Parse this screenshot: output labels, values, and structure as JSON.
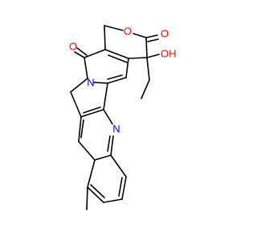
{
  "colors": {
    "background": "#ffffff",
    "bond": "#000000",
    "oxygen": "#ff0000",
    "nitrogen": "#0000ff"
  },
  "labels": {
    "ring_oxygen": "O",
    "lactone_carbonyl_oxygen": "O",
    "amide_carbonyl_oxygen": "O",
    "hydroxyl": "OH",
    "amide_nitrogen": "N",
    "quinoline_nitrogen": "N"
  }
}
